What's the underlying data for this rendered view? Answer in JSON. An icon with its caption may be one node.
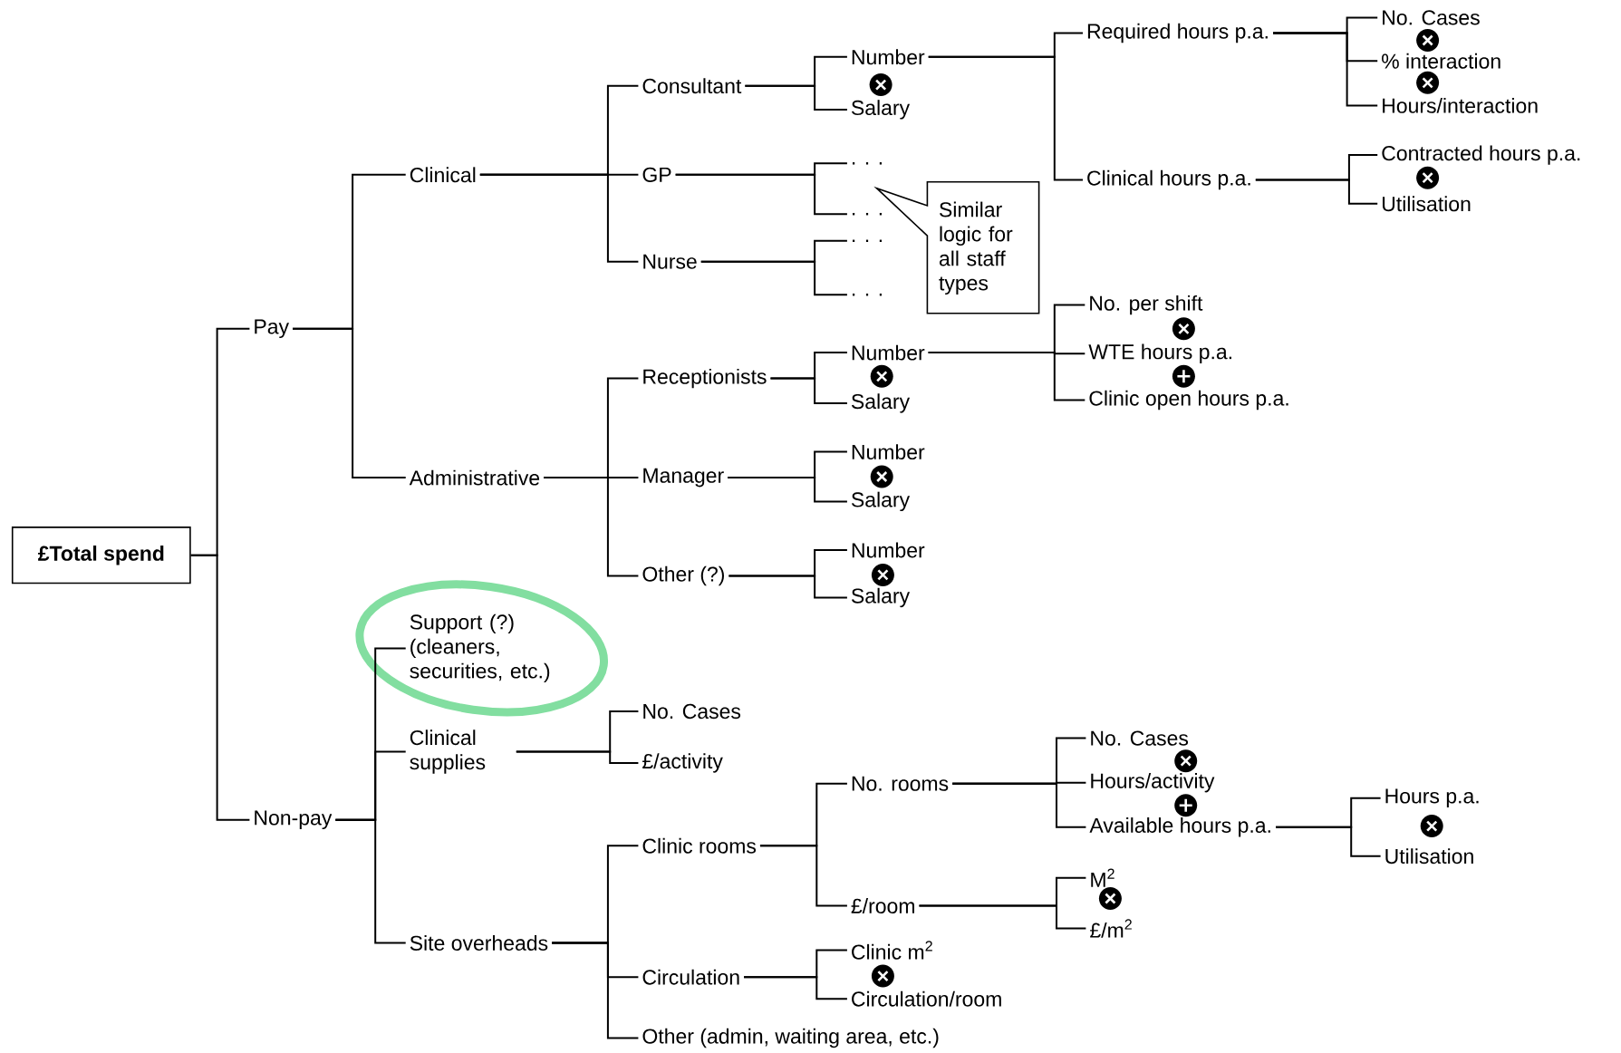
{
  "diagram": {
    "nodes": [
      {
        "text": [
          "£Total spend"
        ]
      },
      {
        "text": [
          "Pay"
        ]
      },
      {
        "text": [
          "Non-pay"
        ]
      },
      {
        "text": [
          "Clinical"
        ]
      },
      {
        "text": [
          "Administrative"
        ]
      },
      {
        "text": [
          "Support (?) (cleaners, securities, etc.)"
        ]
      },
      {
        "text": [
          "Clinical supplies"
        ]
      },
      {
        "text": [
          "Site overheads"
        ]
      },
      {
        "text": [
          "Consultant"
        ]
      },
      {
        "text": [
          "GP"
        ]
      },
      {
        "text": [
          "Nurse"
        ]
      },
      {
        "text": [
          "Receptionists"
        ]
      },
      {
        "text": [
          "Manager"
        ]
      },
      {
        "text": [
          "Other (?)"
        ]
      },
      {
        "text": [
          "No. Cases"
        ]
      },
      {
        "text": [
          "£/activity"
        ]
      },
      {
        "text": [
          "Clinic rooms"
        ]
      },
      {
        "text": [
          "Circulation"
        ]
      },
      {
        "text": [
          "Other (admin, waiting area, etc.)"
        ]
      },
      {
        "text": [
          "Number"
        ]
      },
      {
        "text": [
          "Salary"
        ]
      },
      {
        "text": [
          ". . ."
        ]
      },
      {
        "text": [
          ". . ."
        ]
      },
      {
        "text": [
          ". . ."
        ]
      },
      {
        "text": [
          ". . ."
        ]
      },
      {
        "text": [
          "Similar logic for all staff types"
        ]
      },
      {
        "text": [
          "Number"
        ]
      },
      {
        "text": [
          "Salary"
        ]
      },
      {
        "text": [
          "Number"
        ]
      },
      {
        "text": [
          "Salary"
        ]
      },
      {
        "text": [
          "Number"
        ]
      },
      {
        "text": [
          "Salary"
        ]
      },
      {
        "text": [
          "No. rooms"
        ]
      },
      {
        "text": [
          "£/room"
        ]
      },
      {
        "text": [
          "Clinic m$^{2}$"
        ]
      },
      {
        "text": [
          "Circulation/room"
        ]
      },
      {
        "text": [
          "Required hours p.a."
        ]
      },
      {
        "text": [
          "Clinical hours p.a."
        ]
      },
      {
        "text": [
          "No. per shift"
        ]
      },
      {
        "text": [
          "WTE hours p.a."
        ]
      },
      {
        "text": [
          "Clinic open hours p.a."
        ]
      },
      {
        "text": [
          "No. Cases"
        ]
      },
      {
        "text": [
          "Hours/activity"
        ]
      },
      {
        "text": [
          "Available hours p.a."
        ]
      },
      {
        "text": [
          "M$^{2}$"
        ]
      },
      {
        "text": [
          "£/m$^{2}$"
        ]
      },
      {
        "text": [
          "No. Cases"
        ]
      },
      {
        "text": [
          "% interaction"
        ]
      },
      {
        "text": [
          "Hours/interaction"
        ]
      },
      {
        "text": [
          "Contracted hours p.a."
        ]
      },
      {
        "text": [
          "Utilisation"
        ]
      },
      {
        "text": [
          "Hours p.a."
        ]
      },
      {
        "text": [
          "Utilisation"
        ]
      }
    ],
    "edges": [
      {
        "from": 0,
        "to": 1,
        "arrow": "none"
      },
      {
        "from": 0,
        "to": 2,
        "arrow": "none"
      },
      {
        "from": 1,
        "to": 3,
        "arrow": "none"
      },
      {
        "from": 1,
        "to": 4,
        "arrow": "none"
      },
      {
        "from": 2,
        "to": 5,
        "arrow": "none"
      },
      {
        "from": 2,
        "to": 6,
        "arrow": "none"
      },
      {
        "from": 2,
        "to": 7,
        "arrow": "none"
      },
      {
        "from": 3,
        "to": 8,
        "arrow": "none"
      },
      {
        "from": 3,
        "to": 9,
        "arrow": "none"
      },
      {
        "from": 3,
        "to": 10,
        "arrow": "none"
      },
      {
        "from": 4,
        "to": 11,
        "arrow": "none"
      },
      {
        "from": 4,
        "to": 12,
        "arrow": "none"
      },
      {
        "from": 4,
        "to": 13,
        "arrow": "none"
      },
      {
        "from": 6,
        "to": 14,
        "arrow": "none"
      },
      {
        "from": 6,
        "to": 15,
        "arrow": "none"
      },
      {
        "from": 7,
        "to": 16,
        "arrow": "none"
      },
      {
        "from": 7,
        "to": 17,
        "arrow": "none"
      },
      {
        "from": 7,
        "to": 18,
        "arrow": "none"
      },
      {
        "from": 8,
        "to": 19,
        "arrow": "none"
      },
      {
        "from": 8,
        "to": 20,
        "arrow": "none"
      },
      {
        "from": 9,
        "to": 21,
        "arrow": "none"
      },
      {
        "from": 9,
        "to": 22,
        "arrow": "none"
      },
      {
        "from": 10,
        "to": 23,
        "arrow": "none"
      },
      {
        "from": 10,
        "to": 24,
        "arrow": "none"
      },
      {
        "from": 11,
        "to": 26,
        "arrow": "none"
      },
      {
        "from": 11,
        "to": 27,
        "arrow": "none"
      },
      {
        "from": 12,
        "to": 28,
        "arrow": "none"
      },
      {
        "from": 12,
        "to": 29,
        "arrow": "none"
      },
      {
        "from": 13,
        "to": 30,
        "arrow": "none"
      },
      {
        "from": 13,
        "to": 31,
        "arrow": "none"
      },
      {
        "from": 16,
        "to": 32,
        "arrow": "none"
      },
      {
        "from": 16,
        "to": 33,
        "arrow": "none"
      },
      {
        "from": 17,
        "to": 34,
        "arrow": "none"
      },
      {
        "from": 17,
        "to": 35,
        "arrow": "none"
      },
      {
        "from": 19,
        "to": 36,
        "arrow": "none"
      },
      {
        "from": 19,
        "to": 37,
        "arrow": "none"
      },
      {
        "from": 26,
        "to": 38,
        "arrow": "none"
      },
      {
        "from": 26,
        "to": 39,
        "arrow": "none"
      },
      {
        "from": 26,
        "to": 40,
        "arrow": "none"
      },
      {
        "from": 32,
        "to": 41,
        "arrow": "none"
      },
      {
        "from": 32,
        "to": 42,
        "arrow": "none"
      },
      {
        "from": 32,
        "to": 43,
        "arrow": "none"
      },
      {
        "from": 33,
        "to": 44,
        "arrow": "none"
      },
      {
        "from": 33,
        "to": 45,
        "arrow": "none"
      },
      {
        "from": 36,
        "to": 46,
        "arrow": "none"
      },
      {
        "from": 36,
        "to": 47,
        "arrow": "none"
      },
      {
        "from": 36,
        "to": 48,
        "arrow": "none"
      },
      {
        "from": 37,
        "to": 49,
        "arrow": "none"
      },
      {
        "from": 37,
        "to": 50,
        "arrow": "none"
      },
      {
        "from": 43,
        "to": 51,
        "arrow": "none"
      },
      {
        "from": 43,
        "to": 52,
        "arrow": "none"
      }
    ]
  }
}
